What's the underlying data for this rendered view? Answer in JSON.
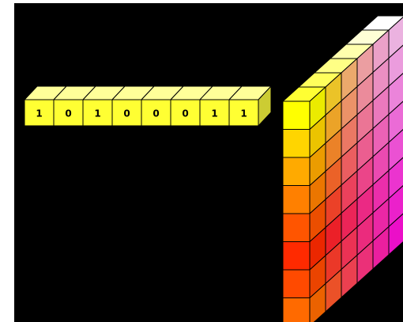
{
  "colors": {
    "background": "#000000",
    "frame": "#ffffff",
    "bit_cell": "#ffff33",
    "bit_top": "#ffff99",
    "outline": "#000000"
  },
  "bit_row": {
    "bits": [
      "1",
      "0",
      "1",
      "0",
      "0",
      "0",
      "1",
      "1"
    ]
  },
  "color_cube": {
    "rows": 8,
    "layers": 6,
    "front_column_colors": [
      "#ffff00",
      "#ffd500",
      "#ffaa00",
      "#ff8000",
      "#ff5500",
      "#ff2a00",
      "#ff4a00",
      "#ff6a00"
    ],
    "depth_tint_target": "#ff00ff",
    "depth_light_target": "#ffffff"
  }
}
